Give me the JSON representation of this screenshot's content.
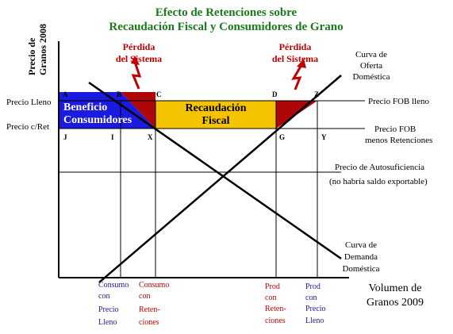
{
  "title": {
    "line1": "Efecto de Retenciones sobre",
    "line2": "Recaudación Fiscal y Consumidores de Grano"
  },
  "y_axis": {
    "line1": "Precio de",
    "line2": "Granos 2008"
  },
  "x_axis": {
    "line1": "Volumen de",
    "line2": "Granos 2009"
  },
  "price_labels": {
    "full": "Precio Lleno",
    "withheld": "Precio c/Ret"
  },
  "losses": [
    {
      "line1": "Pérdida",
      "line2": "del Sistema"
    },
    {
      "line1": "Pérdida",
      "line2": "del Sistema"
    }
  ],
  "supply_curve": {
    "line1": "Curva de",
    "line2": "Oferta",
    "line3": "Doméstica"
  },
  "demand_curve": {
    "line1": "Curva de",
    "line2": "Demanda",
    "line3": "Doméstica"
  },
  "right_labels": {
    "fob_full": "Precio FOB lleno",
    "fob_net_1": "Precio FOB",
    "fob_net_2": "menos Retenciones",
    "self_1": "Precio de Autosuficiencia",
    "self_2": "(no habría saldo exportable)"
  },
  "regions": {
    "consumer_1": "Beneficio",
    "consumer_2": "Consumidores",
    "fiscal_1": "Recaudación",
    "fiscal_2": "Fiscal"
  },
  "points": {
    "A": "A",
    "B": "B",
    "C": "C",
    "D": "D",
    "Z": "Z",
    "J": "J",
    "I": "I",
    "X": "X",
    "G": "G",
    "Y": "Y"
  },
  "bottom_labels": {
    "c1": [
      "Consumo",
      "con",
      "Precio",
      "Lleno"
    ],
    "c2": [
      "Consumo",
      "con",
      "Reten-",
      "ciones"
    ],
    "c3": [
      "Prod",
      "con",
      "Reten-",
      "ciones"
    ],
    "c4": [
      "Prod",
      "con",
      "Precio",
      "Lleno"
    ]
  },
  "colors": {
    "title": "#1a7a1a",
    "consumer_region": "#1a1ae0",
    "fiscal_region": "#f5c400",
    "loss_region": "#c00000",
    "blue_label": "#1a1aa0",
    "red_label": "#c00000"
  }
}
